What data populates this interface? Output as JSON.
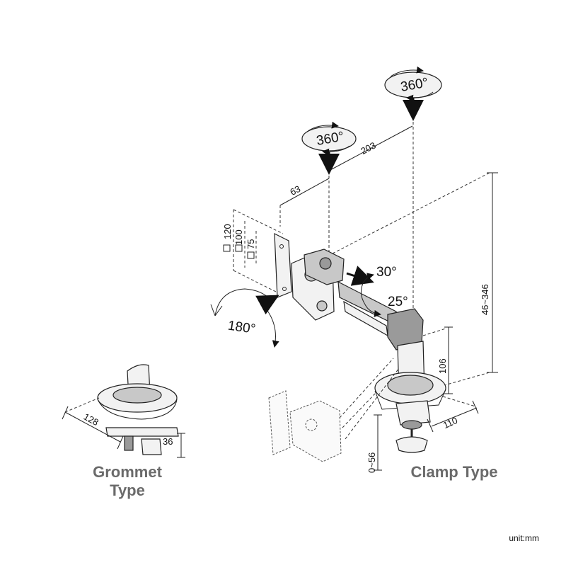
{
  "rotations": {
    "top_swivel": "360°",
    "mid_swivel": "360°",
    "tilt_up": "30°",
    "tilt_down": "25°",
    "rotate": "180°"
  },
  "dimensions": {
    "arm_length": "203",
    "head_offset": "63",
    "height_range": "46~346",
    "vesa_120": "120",
    "vesa_100": "100",
    "vesa_75": "75",
    "pole_height": "106",
    "clamp_depth": "110",
    "clamp_range": "0~56",
    "grommet_width": "128",
    "grommet_depth": "36"
  },
  "labels": {
    "grommet_line1": "Grommet",
    "grommet_line2": "Type",
    "clamp": "Clamp Type",
    "unit": "unit:mm"
  }
}
